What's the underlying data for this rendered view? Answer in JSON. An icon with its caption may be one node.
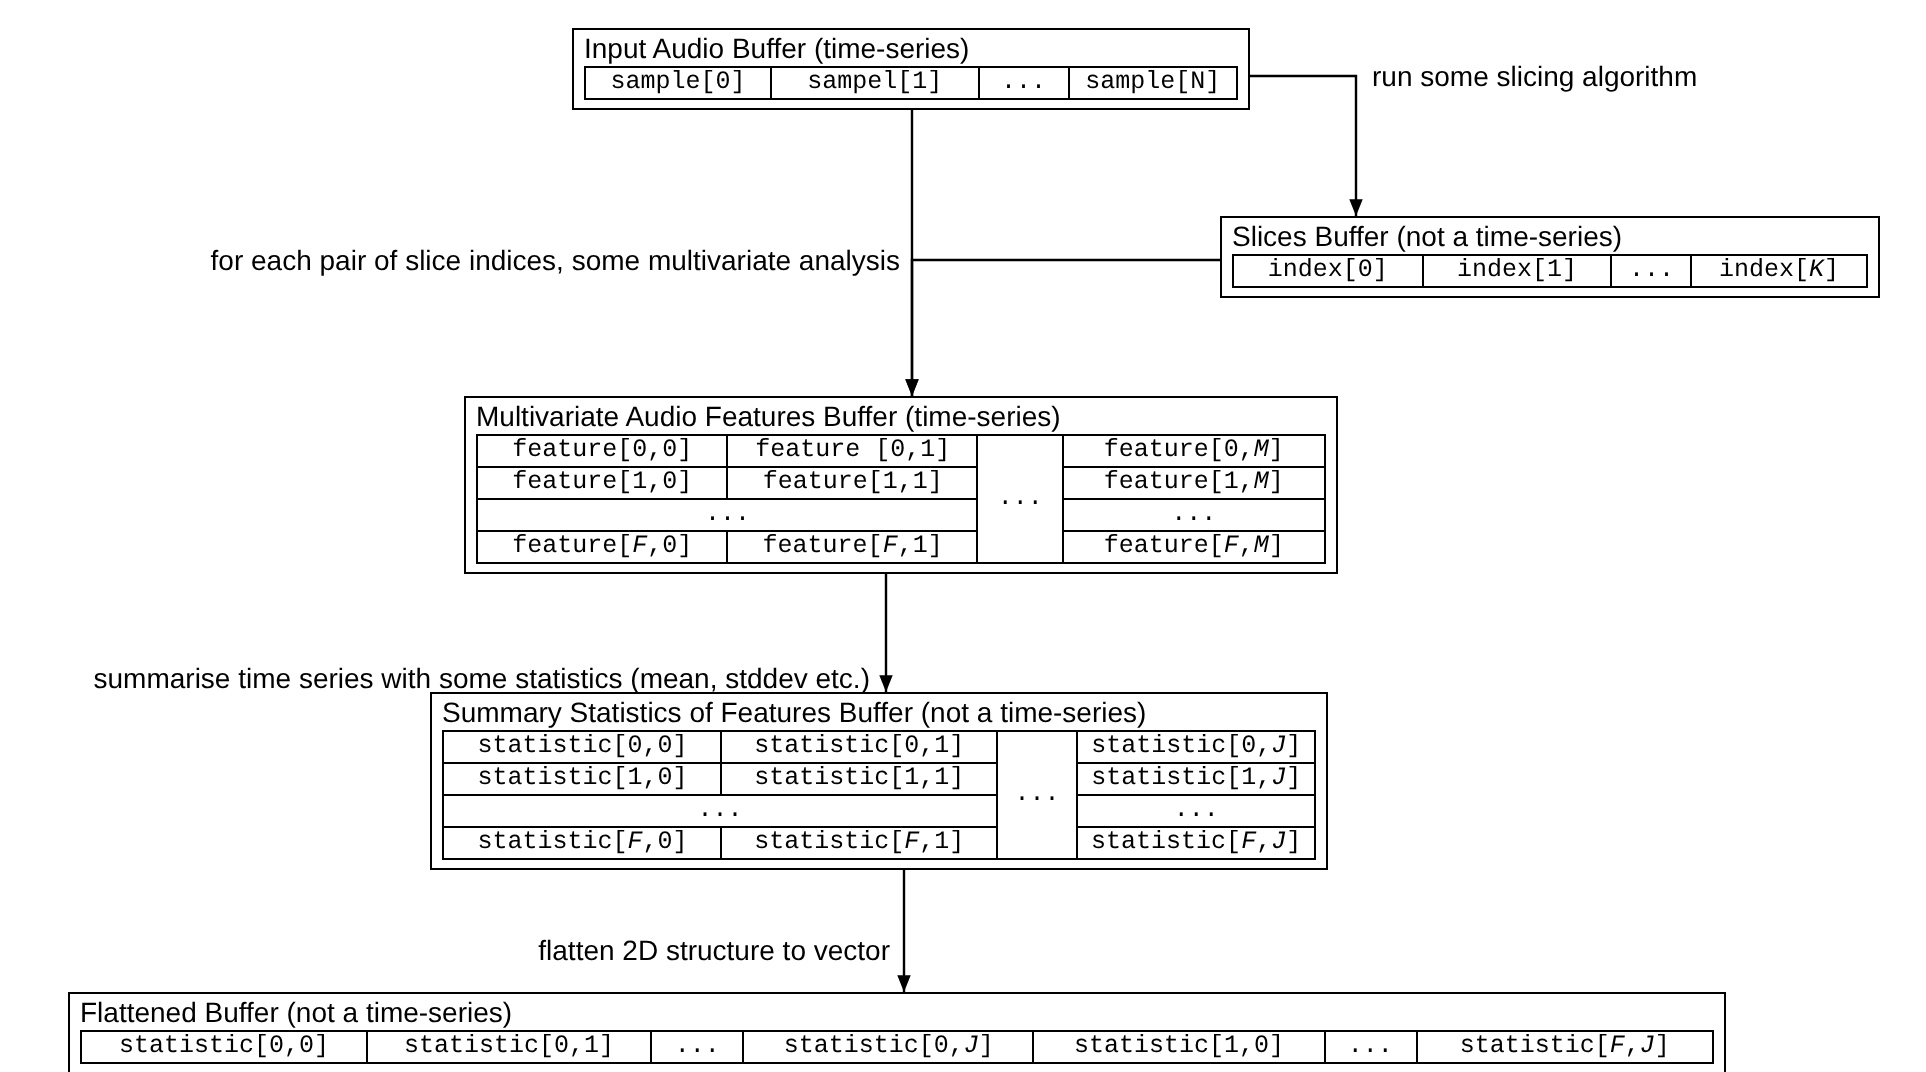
{
  "diagram": {
    "nodes": [
      {
        "text": [
          "Input Audio Buffer (time-series)",
          "sample[0]",
          "sampel[1]",
          "...",
          "sample[N]"
        ]
      },
      {
        "text": [
          "Slices Buffer (not a time-series)",
          "index[0]",
          "index[1]",
          "...",
          "index[*K*]"
        ]
      },
      {
        "text": [
          "Multivariate Audio Features Buffer (time-series)",
          "feature[0,0]",
          "feature [0,1]",
          "...",
          "feature[0,*M*]",
          "feature[1,0]",
          "feature[1,1]",
          "feature[1,*M*]",
          "...",
          "...",
          "feature[*F*,0]",
          "feature[*F*,1]",
          "feature[*F*,*M*]"
        ]
      },
      {
        "text": [
          "Summary Statistics of Features Buffer (not a time-series)",
          "statistic[0,0]",
          "statistic[0,1]",
          "...",
          "statistic[0,*J*]",
          "statistic[1,0]",
          "statistic[1,1]",
          "statistic[1,*J*]",
          "...",
          "...",
          "statistic[*F*,0]",
          "statistic[*F*,1]",
          "statistic[*F*,*J*]"
        ]
      },
      {
        "text": [
          "Flattened Buffer (not a time-series)",
          "statistic[0,0]",
          "statistic[0,1]",
          "...",
          "statistic[0,*J*]",
          "statistic[1,0]",
          "...",
          "statistic[*F*,*J*]"
        ]
      }
    ],
    "edges": [
      {
        "from": 0,
        "to": 1,
        "arrow": "to",
        "label": "run some slicing algorithm"
      },
      {
        "from": 0,
        "to": 2,
        "arrow": "to"
      },
      {
        "from": 1,
        "to": 2,
        "arrow": "to",
        "label": "for each pair of slice indices, some multivariate analysis"
      },
      {
        "from": 2,
        "to": 3,
        "arrow": "to",
        "label": "summarise time series with some statistics (mean, stddev etc.)"
      },
      {
        "from": 3,
        "to": 4,
        "arrow": "to",
        "label": "flatten 2D structure to vector"
      }
    ]
  }
}
